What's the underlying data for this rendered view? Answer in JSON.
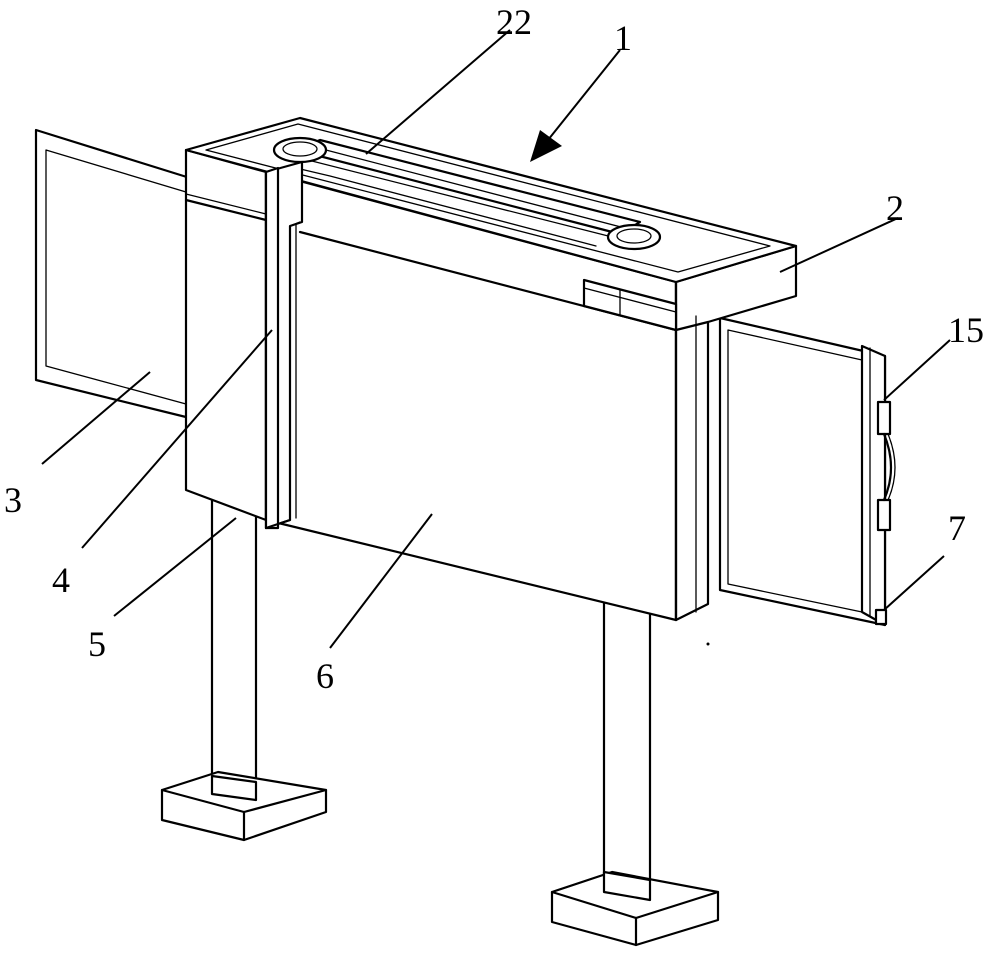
{
  "labels": {
    "l1": "1",
    "l2": "2",
    "l3": "3",
    "l4": "4",
    "l5": "5",
    "l6": "6",
    "l7": "7",
    "l15": "15",
    "l22": "22"
  }
}
